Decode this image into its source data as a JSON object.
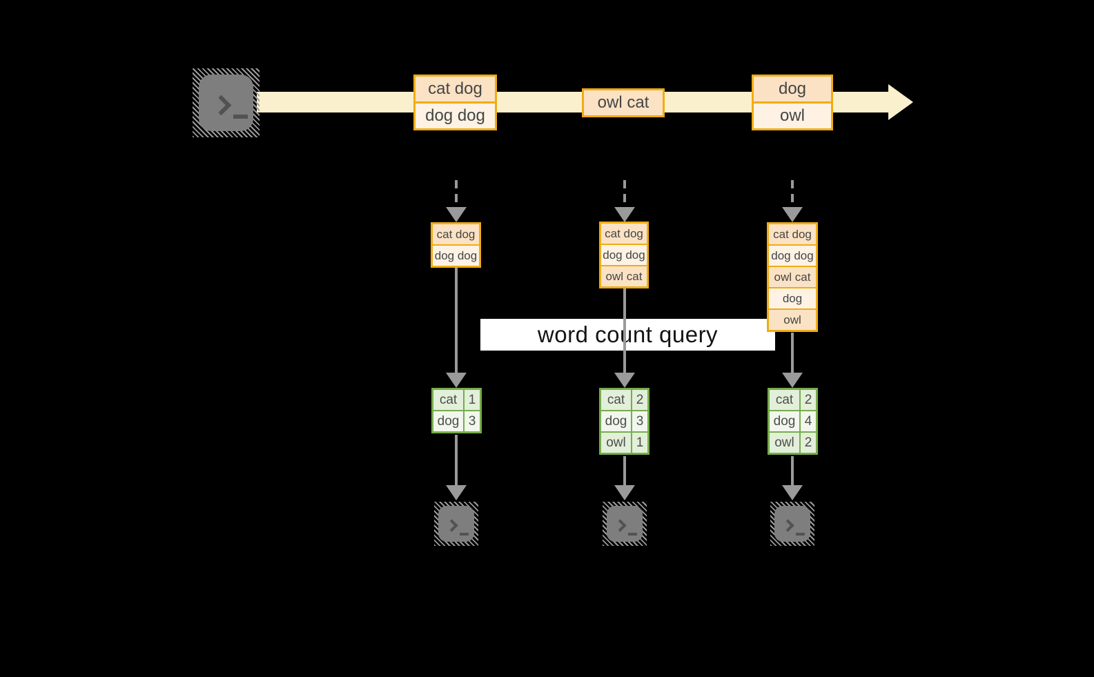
{
  "query_label": "word count query",
  "colors": {
    "background": "#000000",
    "stream_band": "#FBF0CD",
    "amber_border": "#EFAC14",
    "peach_dark": "#FBE2C4",
    "peach_light": "#FDF2E3",
    "green_border": "#76AC4E",
    "green_fill_dark": "#E2EFD9",
    "green_fill_light": "#F1F7EC",
    "arrow_gray": "#9A9A9A",
    "terminal_gray": "#7E7E7E",
    "query_bg": "#FFFFFF"
  },
  "timeline_boxes": [
    {
      "cells": [
        "cat dog",
        "dog dog"
      ]
    },
    {
      "cells": [
        "owl cat"
      ]
    },
    {
      "cells": [
        "dog",
        "owl"
      ]
    }
  ],
  "columns": [
    {
      "stack": [
        "cat dog",
        "dog dog"
      ],
      "counts": [
        {
          "word": "cat",
          "n": "1"
        },
        {
          "word": "dog",
          "n": "3"
        }
      ]
    },
    {
      "stack": [
        "cat dog",
        "dog dog",
        "owl cat"
      ],
      "counts": [
        {
          "word": "cat",
          "n": "2"
        },
        {
          "word": "dog",
          "n": "3"
        },
        {
          "word": "owl",
          "n": "1"
        }
      ]
    },
    {
      "stack": [
        "cat dog",
        "dog dog",
        "owl cat",
        "dog",
        "owl"
      ],
      "counts": [
        {
          "word": "cat",
          "n": "2"
        },
        {
          "word": "dog",
          "n": "4"
        },
        {
          "word": "owl",
          "n": "2"
        }
      ]
    }
  ],
  "icons": {
    "source": "terminal-icon",
    "outputs": [
      "terminal-icon",
      "terminal-icon",
      "terminal-icon"
    ]
  }
}
